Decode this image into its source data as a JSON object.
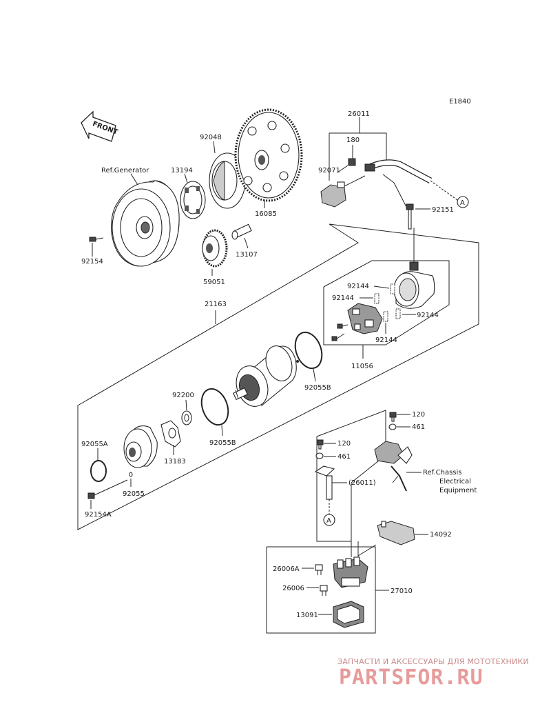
{
  "diagram_code": "E1840",
  "front_label": "FRONT",
  "labels": {
    "l26011": "26011",
    "l180": "180",
    "l92071": "92071",
    "lA1": "A",
    "l92151": "92151",
    "lRefGen": "Ref.Generator",
    "l13194": "13194",
    "l92048": "92048",
    "l16085": "16085",
    "l92154": "92154",
    "l13107": "13107",
    "l59051": "59051",
    "l21163": "21163",
    "l92144a": "92144",
    "l92144b": "92144",
    "l92144c": "92144",
    "l92144d": "92144",
    "l11056": "11056",
    "l92055Ba": "92055B",
    "l92200": "92200",
    "l92055Bb": "92055B",
    "l92055A": "92055A",
    "l13183": "13183",
    "l92055": "92055",
    "l92154A": "92154A",
    "l120a": "120",
    "l461a": "461",
    "l120b": "120",
    "l461b": "461",
    "l26011p": "(26011)",
    "lA2": "A",
    "lRefChassis1": "Ref.Chassis",
    "lRefChassis2": "Electrical",
    "lRefChassis3": "Equipment",
    "l14092": "14092",
    "l26006A": "26006A",
    "l26006": "26006",
    "l27010": "27010",
    "l13091": "13091"
  },
  "watermark": {
    "tagline": "ЗАПЧАСТИ И АКСЕССУАРЫ ДЛЯ МОТОТЕХНИКИ",
    "logo": "PARTSFOR.RU"
  }
}
